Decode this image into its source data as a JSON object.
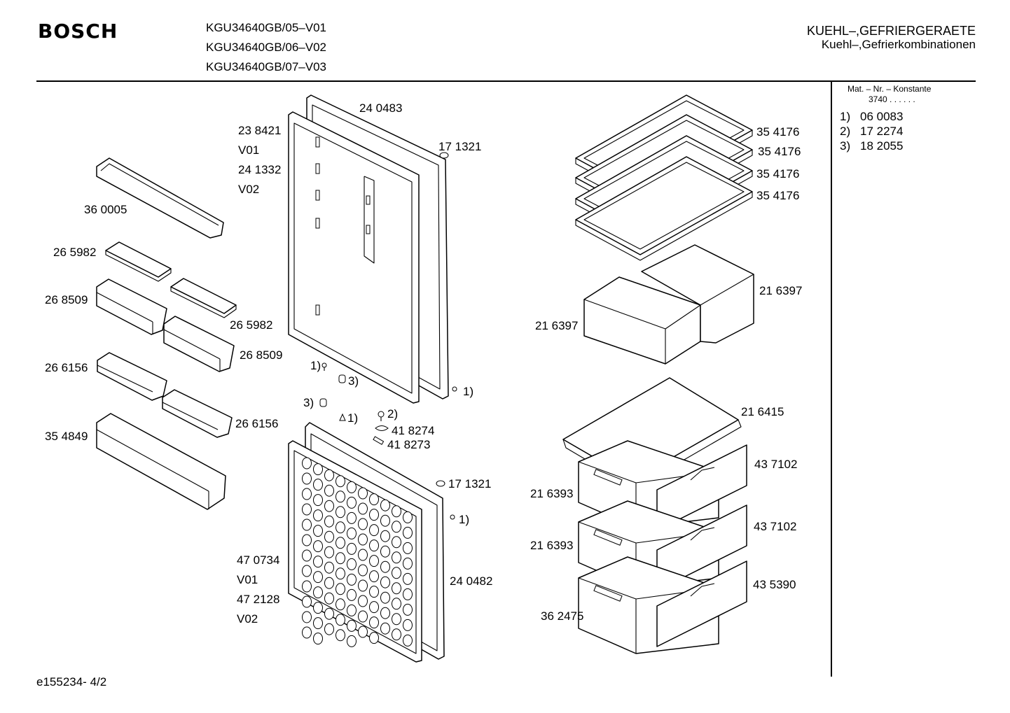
{
  "header": {
    "brand": "BOSCH",
    "models": [
      "KGU34640GB/05–V01",
      "KGU34640GB/06–V02",
      "KGU34640GB/07–V03"
    ],
    "category": "KUEHL–,GEFRIERGERAETE",
    "subcategory": "Kuehl–,Gefrierkombinationen"
  },
  "constants": {
    "title": "Mat. – Nr. – Konstante",
    "value": "3740 .  .  .  .  .  .",
    "items": [
      {
        "key": "1)",
        "value": "06 0083"
      },
      {
        "key": "2)",
        "value": "17 2274"
      },
      {
        "key": "3)",
        "value": "18 2055"
      }
    ]
  },
  "parts": {
    "p240483": "24 0483",
    "p238421": "23 8421",
    "v01a": "V01",
    "p241332": "24 1332",
    "v02a": "V02",
    "p171321a": "17 1321",
    "p360005": "36 0005",
    "p265982a": "26 5982",
    "p268509a": "26 8509",
    "p265982b": "26 5982",
    "p268509b": "26 8509",
    "p266156a": "26 6156",
    "p266156b": "26 6156",
    "p354849": "35 4849",
    "ref1a": "1)",
    "ref3a": "3)",
    "ref1b": "1)",
    "ref3b": "3)",
    "ref1c": "1)",
    "ref2": "2)",
    "p418274": "41 8274",
    "p418273": "41 8273",
    "p171321b": "17 1321",
    "ref1d": "1)",
    "p470734": "47 0734",
    "v01b": "V01",
    "p472128": "47 2128",
    "v02b": "V02",
    "p240482": "24 0482",
    "p354176a": "35 4176",
    "p354176b": "35 4176",
    "p354176c": "35 4176",
    "p354176d": "35 4176",
    "p216397a": "21 6397",
    "p216397b": "21 6397",
    "p216415": "21 6415",
    "p437102a": "43 7102",
    "p216393a": "21 6393",
    "p437102b": "43 7102",
    "p216393b": "21 6393",
    "p435390": "43 5390",
    "p362475": "36 2475"
  },
  "footer": {
    "code": "e155234‑ 4/2"
  }
}
